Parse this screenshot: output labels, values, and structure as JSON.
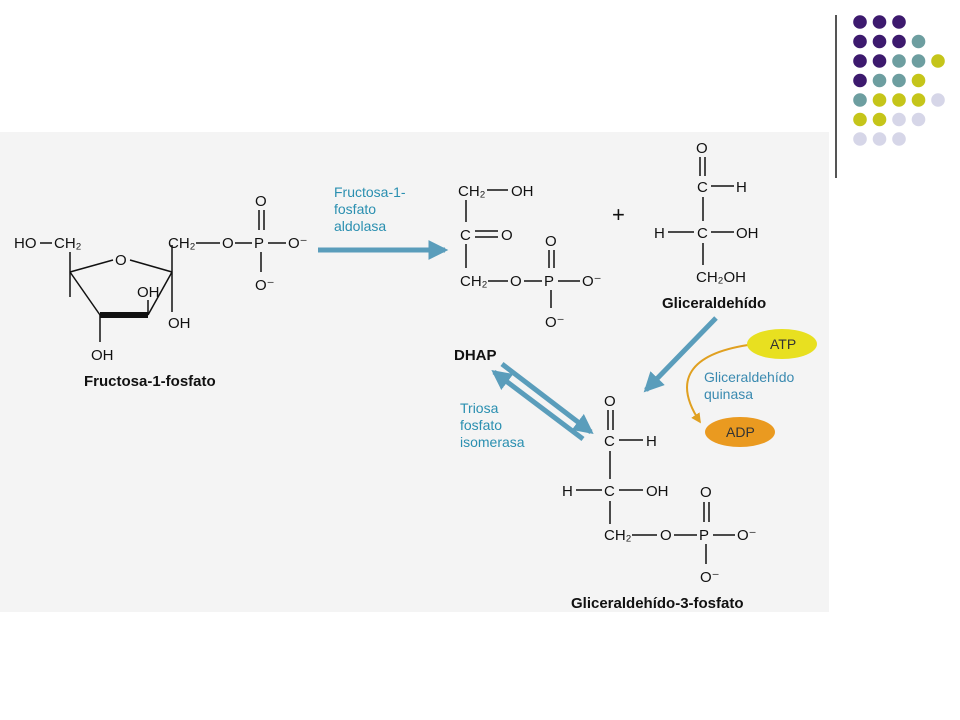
{
  "decor": {
    "dot_palette": {
      "purple": "#3d1a6e",
      "teal": "#6d9ea0",
      "olive": "#c5c51a",
      "lavender": "#d6d6e8"
    },
    "dot_rows": [
      [
        "purple",
        "purple",
        "purple"
      ],
      [
        "purple",
        "purple",
        "purple",
        "teal"
      ],
      [
        "purple",
        "purple",
        "teal",
        "teal",
        "olive"
      ],
      [
        "purple",
        "teal",
        "teal",
        "olive"
      ],
      [
        "teal",
        "olive",
        "olive",
        "olive",
        "lavender"
      ],
      [
        "olive",
        "olive",
        "lavender",
        "lavender"
      ],
      [
        "lavender",
        "lavender",
        "lavender"
      ]
    ]
  },
  "figure": {
    "background": "#f4f4f4",
    "arrow_color": "#5a9dbb",
    "enzyme_text_color": "#2a8fb0",
    "kinase_arrow_color": "#e0a020",
    "kinase_text_color": "#3a8ab0",
    "atp_color": "#e8e020",
    "adp_color": "#ea9a20",
    "f1p": {
      "ho": "HO",
      "ch2_left": "CH₂",
      "ring_o": "O",
      "ch2_right": "CH₂",
      "bridge_o": "O",
      "p": "P",
      "o_top": "O",
      "o_right": "O⁻",
      "o_bottom": "O⁻",
      "oh_ring": "OH",
      "oh_c2": "OH",
      "oh_bottom": "OH",
      "name": "Fructosa-1-fosfato"
    },
    "aldolase": {
      "line1": "Fructosa-1-",
      "line2": "fosfato",
      "line3": "aldolasa"
    },
    "dhap": {
      "ch2_top": "CH₂",
      "oh_top": "OH",
      "c": "C",
      "o_keto": "O",
      "ch2_bottom": "CH₂",
      "bridge_o": "O",
      "p": "P",
      "o_top": "O",
      "o_right": "O⁻",
      "o_bottom": "O⁻",
      "name": "DHAP"
    },
    "plus": "+",
    "glyceraldehyde": {
      "o_top": "O",
      "c1": "C",
      "h1": "H",
      "h_left": "H",
      "c2": "C",
      "oh": "OH",
      "ch2oh": "CH₂OH",
      "name": "Gliceraldehído"
    },
    "kinase": {
      "atp": "ATP",
      "adp": "ADP",
      "line1": "Gliceraldehído",
      "line2": "quinasa"
    },
    "isomerase": {
      "line1": "Triosa",
      "line2": "fosfato",
      "line3": "isomerasa"
    },
    "g3p": {
      "o_top": "O",
      "c1": "C",
      "h1": "H",
      "h_left": "H",
      "c2": "C",
      "oh": "OH",
      "ch2": "CH₂",
      "bridge_o": "O",
      "p": "P",
      "o_top_p": "O",
      "o_right": "O⁻",
      "o_bottom": "O⁻",
      "name": "Gliceraldehído-3-fosfato"
    }
  }
}
